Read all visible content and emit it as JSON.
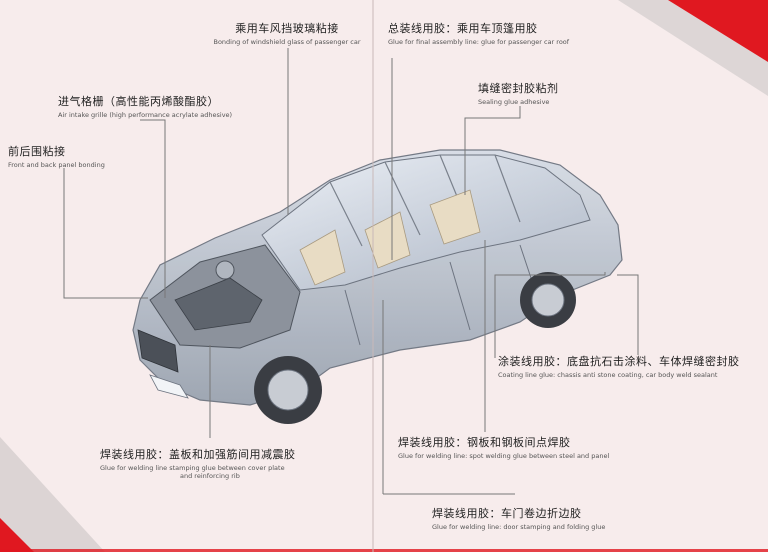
{
  "labels": {
    "windshield": {
      "zh": "乘用车风挡玻璃粘接",
      "en": "Bonding of windshield glass of passenger car"
    },
    "assembly": {
      "zh": "总装线用胶：乘用车顶篷用胶",
      "en": "Glue for final assembly line: glue for passenger car roof"
    },
    "sealing": {
      "zh": "填缝密封胶粘剂",
      "en": "Sealing glue adhesive"
    },
    "intake": {
      "zh": "进气格栅（高性能丙烯酸酯胶）",
      "en": "Air intake grille (high performance acrylate adhesive)"
    },
    "bumper": {
      "zh": "前后围粘接",
      "en": "Front and back panel bonding"
    },
    "coating": {
      "zh": "涂装线用胶：底盘抗石击涂料、车体焊缝密封胶",
      "en": "Coating line glue: chassis anti stone coating, car body weld sealant"
    },
    "spotweld": {
      "zh": "焊装线用胶：钢板和钢板间点焊胶",
      "en": "Glue for welding line: spot welding glue between steel and panel"
    },
    "stamping": {
      "zh": "焊装线用胶：盖板和加强筋间用减震胶",
      "en": "Glue for welding line stamping glue between cover plate",
      "en2": "and reinforcing rib"
    },
    "hemming": {
      "zh": "焊装线用胶：车门卷边折边胶",
      "en": "Glue for welding line: door stamping and folding glue"
    }
  },
  "colors": {
    "accent": "#e01820",
    "background": "#f7ecec"
  }
}
